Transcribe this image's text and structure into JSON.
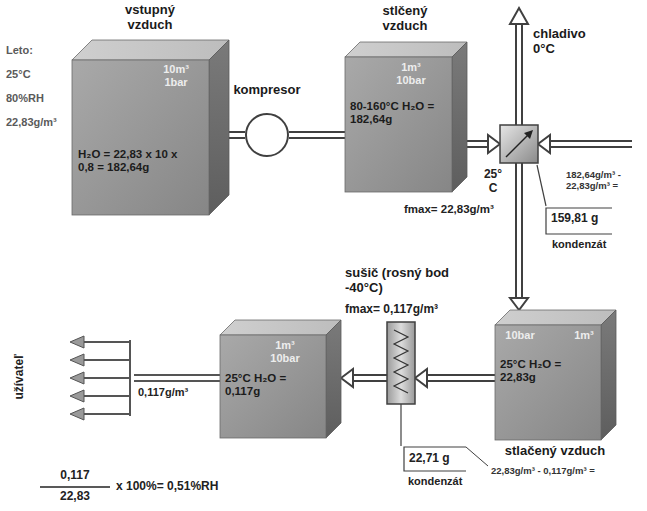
{
  "diagram": {
    "nodes": [
      {
        "text": [
          "vstupný vzduch",
          "10m³ 1bar",
          "H₂O = 22,83 x 10 x 0,8 = 182,64g"
        ]
      },
      {
        "text": [
          "kompresor"
        ]
      },
      {
        "text": [
          "stlčený vzduch",
          "1m³ 10bar",
          "80-160°C H₂O = 182,64g"
        ]
      },
      {
        "text": [
          "chladivo 0°C"
        ]
      },
      {
        "text": [
          "10bar",
          "1m³",
          "25°C H₂O = 22,83g",
          "stlačený vzduch"
        ]
      },
      {
        "text": [
          "sušič (rosný bod -40°C)",
          "fmax= 0,117g/m³"
        ]
      },
      {
        "text": [
          "1m³ 10bar",
          "25°C H₂O = 0,117g"
        ]
      }
    ],
    "edges": [
      {
        "from": 0,
        "to": 1,
        "arrow": "none"
      },
      {
        "from": 1,
        "to": 2,
        "arrow": "none"
      },
      {
        "from": 2,
        "to": 3,
        "arrow": "to"
      },
      {
        "from": 3,
        "to": 4,
        "arrow": "to"
      },
      {
        "from": 4,
        "to": 5,
        "arrow": "to"
      },
      {
        "from": 5,
        "to": 6,
        "arrow": "to"
      }
    ],
    "labels": [
      "Leto:",
      "25°C",
      "80%RH",
      "22,83g/m³",
      "25° C",
      "fmax= 22,83g/m³",
      "182,64g/m³ - 22,83g/m³ =",
      "159,81 g",
      "kondenzát",
      "22,83g/m³ - 0,117g/m³ =",
      "22,71 g",
      "kondenzát",
      "0,117g/m³",
      "užívateľ",
      "0,117",
      "22,83",
      "x 100%= 0,51%RH"
    ]
  }
}
